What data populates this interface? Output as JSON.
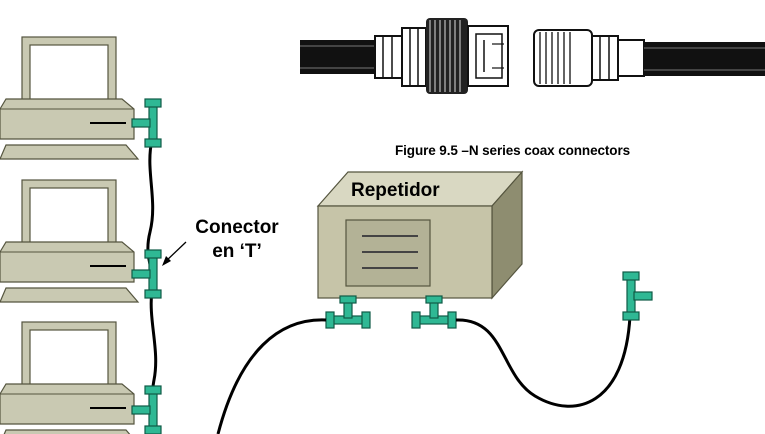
{
  "figure_caption": "Figure 9.5 –N series coax connectors",
  "t_connector_label": {
    "line1": "Conector",
    "line2": "en ‘T’"
  },
  "repeater_label": "Repetidor",
  "colors": {
    "computer_body": "#c9c9b2",
    "computer_dark": "#9a9a84",
    "repeater_front": "#c6c4a8",
    "repeater_side": "#8e8d70",
    "repeater_top": "#d9d8c2",
    "connector": "#2fb894",
    "connector_dark": "#0f5a46",
    "cable": "#000000"
  },
  "icons": [
    "computer-icon",
    "t-connector-icon",
    "repeater-icon",
    "coax-connector-icon"
  ]
}
